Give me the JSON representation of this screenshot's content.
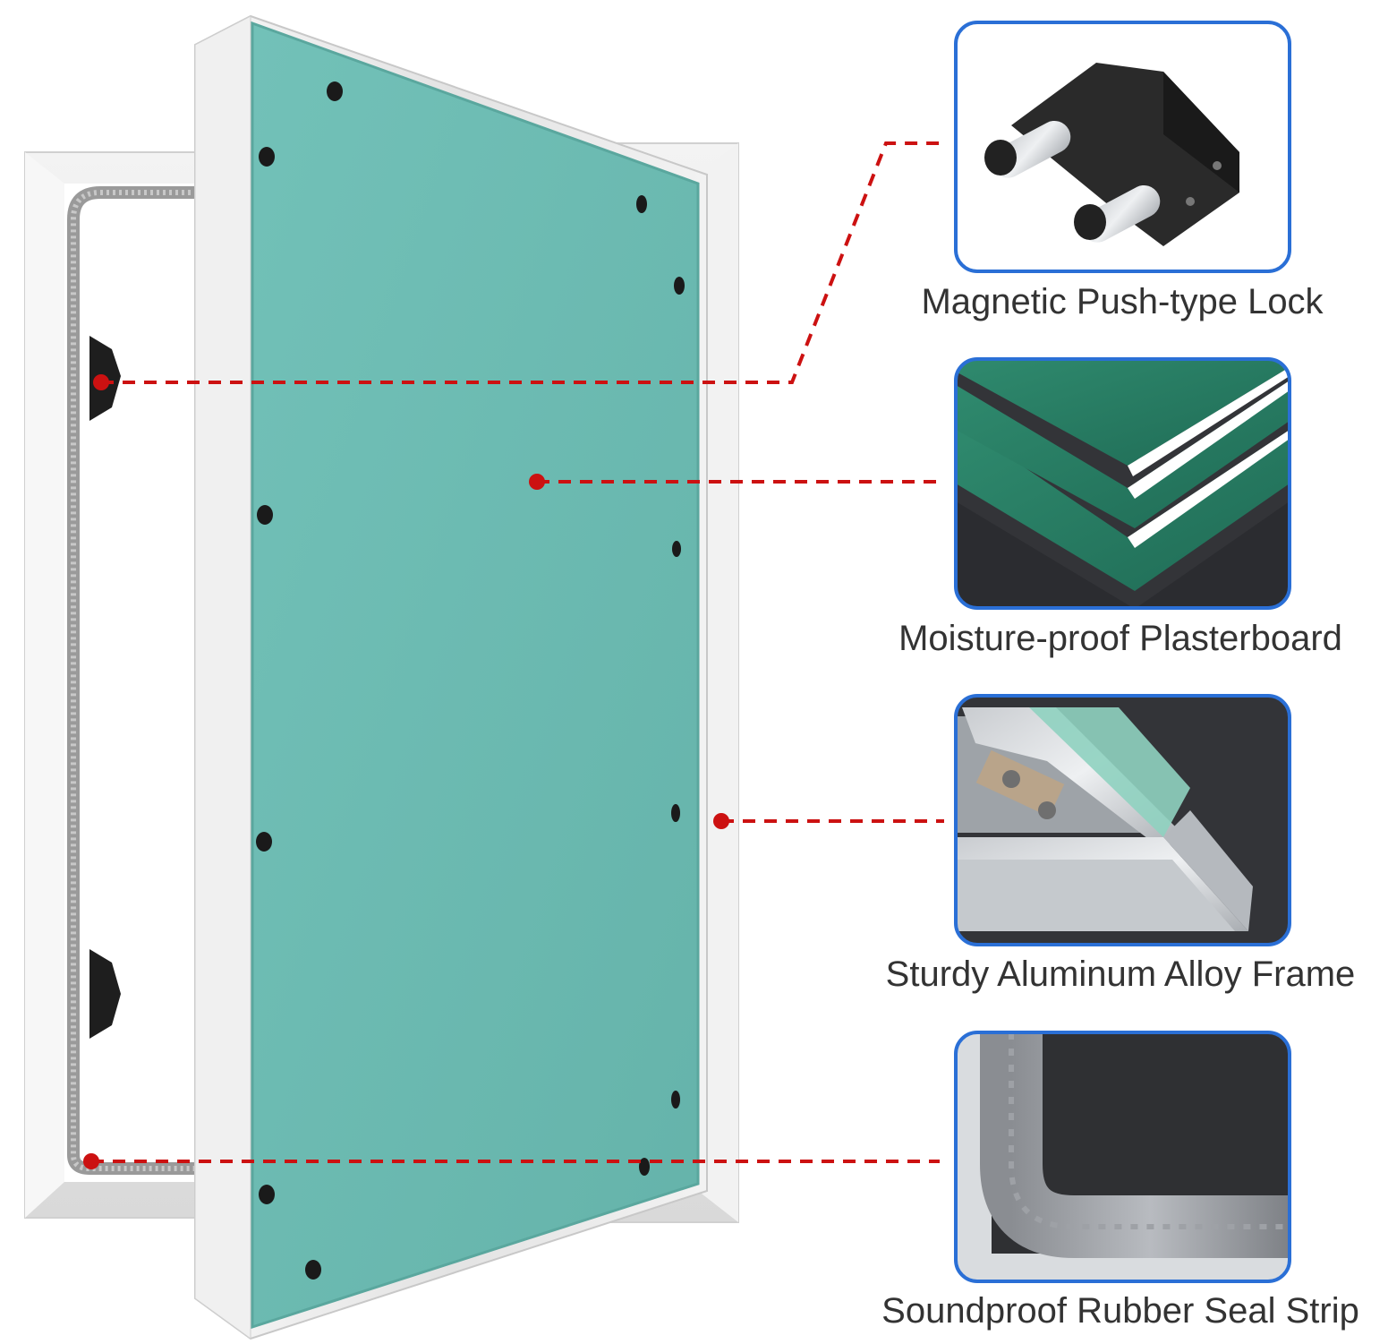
{
  "product": {
    "name": "access panel with moisture-proof plasterboard door"
  },
  "features": [
    {
      "label": "Magnetic Push-type Lock",
      "icon": "magnetic-lock-icon"
    },
    {
      "label": "Moisture-proof Plasterboard",
      "icon": "plasterboard-layers-icon"
    },
    {
      "label": "Sturdy Aluminum Alloy Frame",
      "icon": "aluminum-frame-corner-icon"
    },
    {
      "label": "Soundproof Rubber Seal Strip",
      "icon": "rubber-seal-icon"
    }
  ],
  "colors": {
    "board_teal": "#6fbdb4",
    "callout_red": "#cc1111",
    "tile_border": "#2a6fd6",
    "frame_aluminum": "#e6e6e6",
    "caption_text": "#333333",
    "dark_background": "#333438"
  }
}
